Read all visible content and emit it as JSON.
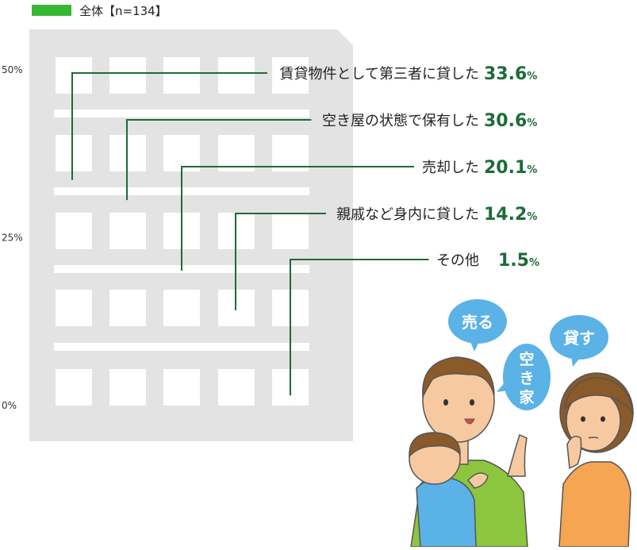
{
  "legend": {
    "label": "全体【n=134】",
    "color": "#37b833"
  },
  "colors": {
    "leader": "#1e6b3a",
    "value": "#1e6b3a",
    "building": "#e3e3e3"
  },
  "chart_data": {
    "type": "bar",
    "categories": [
      "賃貸物件として第三者に貸した",
      "空き屋の状態で保有した",
      "売却した",
      "親戚など身内に貸した",
      "その他"
    ],
    "series": [
      {
        "name": "全体【n=134】",
        "values": [
          33.6,
          30.6,
          20.1,
          14.2,
          1.5
        ]
      }
    ],
    "value_suffix": "%",
    "ylim": [
      0,
      50
    ],
    "yticks": [
      0,
      25,
      50
    ],
    "ytick_labels": [
      "0%",
      "25%",
      "50%"
    ]
  },
  "illustration": {
    "bubbles": [
      {
        "text": "売る",
        "color": "#5ab2e6"
      },
      {
        "text": "空き家",
        "color": "#5ab2e6"
      },
      {
        "text": "貸す",
        "color": "#5ab2e6"
      }
    ]
  }
}
